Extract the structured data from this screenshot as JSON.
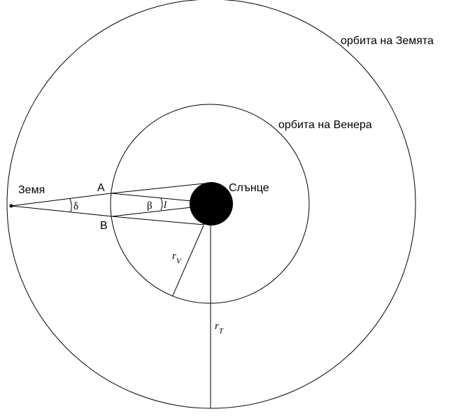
{
  "labels": {
    "earth_orbit": "орбита на Земята",
    "venus_orbit": "орбита на Венера",
    "earth": "Земя",
    "sun": "Слънце",
    "point_a": "A",
    "point_b": "B",
    "angle_delta": "δ",
    "angle_beta": "β",
    "angle_mark": "l",
    "radius_venus": "r",
    "radius_venus_sub": "V",
    "radius_earth": "r",
    "radius_earth_sub": "T"
  }
}
